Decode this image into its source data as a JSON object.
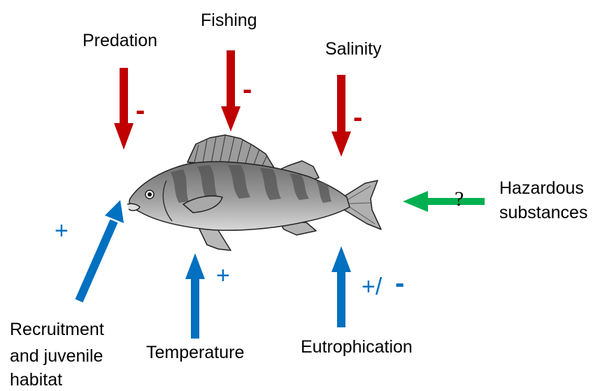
{
  "factors": {
    "predation": {
      "label": "Predation",
      "effect": "-"
    },
    "fishing": {
      "label": "Fishing",
      "effect": "-"
    },
    "salinity": {
      "label": "Salinity",
      "effect": "-"
    },
    "hazardous": {
      "label_line1": "Hazardous",
      "label_line2": "substances",
      "effect": "?"
    },
    "recruitment": {
      "label_line1": "Recruitment",
      "label_line2": "and juvenile",
      "label_line3": "habitat",
      "effect": "+"
    },
    "temperature": {
      "label": "Temperature",
      "effect": "+"
    },
    "eutrophication": {
      "label": "Eutrophication",
      "effect_plus": "+/",
      "effect_minus": "-"
    }
  },
  "colors": {
    "negative": "#c00000",
    "positive": "#0070c0",
    "unknown": "#00b050",
    "fish_body": "#8c8c8c",
    "fish_outline": "#222222"
  },
  "icons": {
    "center": "perch-fish-illustration"
  }
}
